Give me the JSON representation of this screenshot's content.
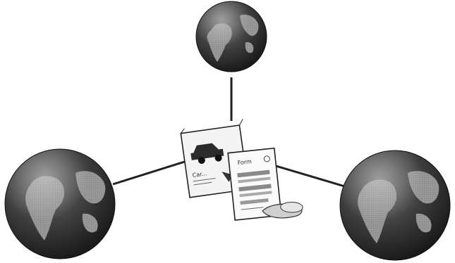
{
  "diagram": {
    "type": "hub-and-spoke",
    "hub": {
      "icon": "documents-pile-icon",
      "flyer_text": "Car...",
      "form_title": "Form"
    },
    "nodes": [
      {
        "icon": "globe-icon"
      },
      {
        "icon": "globe-icon"
      },
      {
        "icon": "globe-icon"
      }
    ],
    "colors": {
      "ocean": "#3a3a3a",
      "land": "#9a9a9a",
      "line": "#222222",
      "paper": "#f4f4f4"
    }
  }
}
